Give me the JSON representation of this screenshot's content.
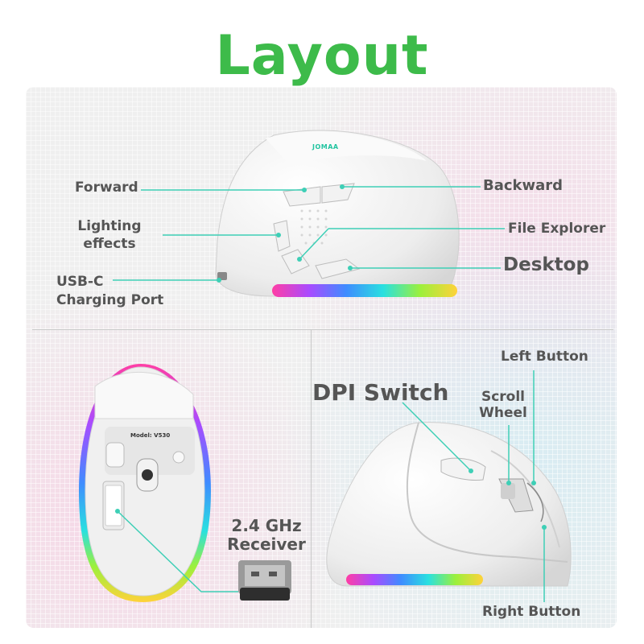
{
  "title": "Layout",
  "brand": "JOMAA",
  "labels": {
    "forward": "Forward",
    "lighting_1": "Lighting",
    "lighting_2": "effects",
    "usbc_1": "USB-C",
    "usbc_2": "Charging Port",
    "backward": "Backward",
    "file_explorer": "File Explorer",
    "desktop": "Desktop",
    "dpi_switch": "DPI Switch",
    "scroll_1": "Scroll",
    "scroll_2": "Wheel",
    "left_button": "Left Button",
    "right_button": "Right Button",
    "receiver_1": "2.4 GHz",
    "receiver_2": "Receiver"
  },
  "bottom_label": {
    "model": "Model: V530"
  },
  "colors": {
    "title": "#3dbb4a",
    "callout_line": "#3ecfb6",
    "label_text": "#555555"
  }
}
